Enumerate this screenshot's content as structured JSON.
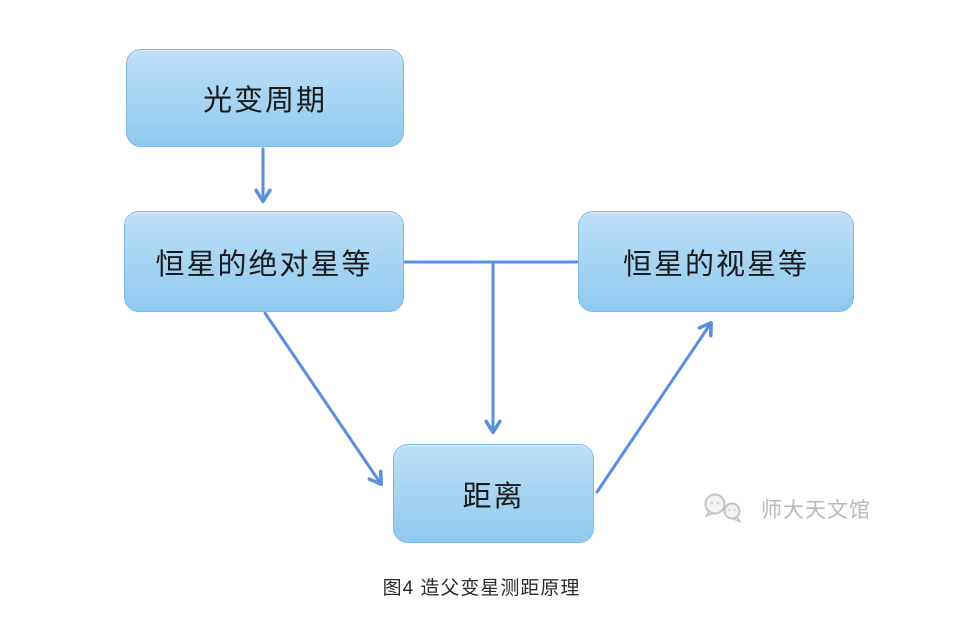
{
  "diagram": {
    "title_hint": "Cepheid variable distance measurement principle flowchart",
    "nodes": {
      "period": {
        "label": "光变周期"
      },
      "absolute": {
        "label": "恒星的绝对星等"
      },
      "apparent": {
        "label": "恒星的视星等"
      },
      "distance": {
        "label": "距离"
      }
    },
    "edges": [
      {
        "from": "period",
        "to": "absolute",
        "style": "arrow",
        "shape": "vertical-down"
      },
      {
        "from": "absolute",
        "to": "apparent",
        "style": "plain-line",
        "shape": "horizontal"
      },
      {
        "from": "absolute-apparent-line-midpoint",
        "to": "distance",
        "style": "arrow",
        "shape": "vertical-down"
      },
      {
        "from": "absolute",
        "to": "distance",
        "style": "arrow",
        "shape": "diagonal-down-right"
      },
      {
        "from": "distance",
        "to": "apparent",
        "style": "arrow",
        "shape": "diagonal-up-right"
      }
    ],
    "colors": {
      "node_fill_top": "#bfe0f6",
      "node_fill_bottom": "#8ecaee",
      "node_border": "#7db9e2",
      "arrow": "#5b8edc",
      "node_text": "#1a1a1a",
      "caption_text": "#2a2a2a",
      "watermark_text": "#b9b9b9",
      "background": "#ffffff"
    }
  },
  "caption": {
    "text": "图4 造父变星测距原理"
  },
  "watermark": {
    "icon": "speech-bubbles-icon",
    "text": "师大天文馆"
  }
}
